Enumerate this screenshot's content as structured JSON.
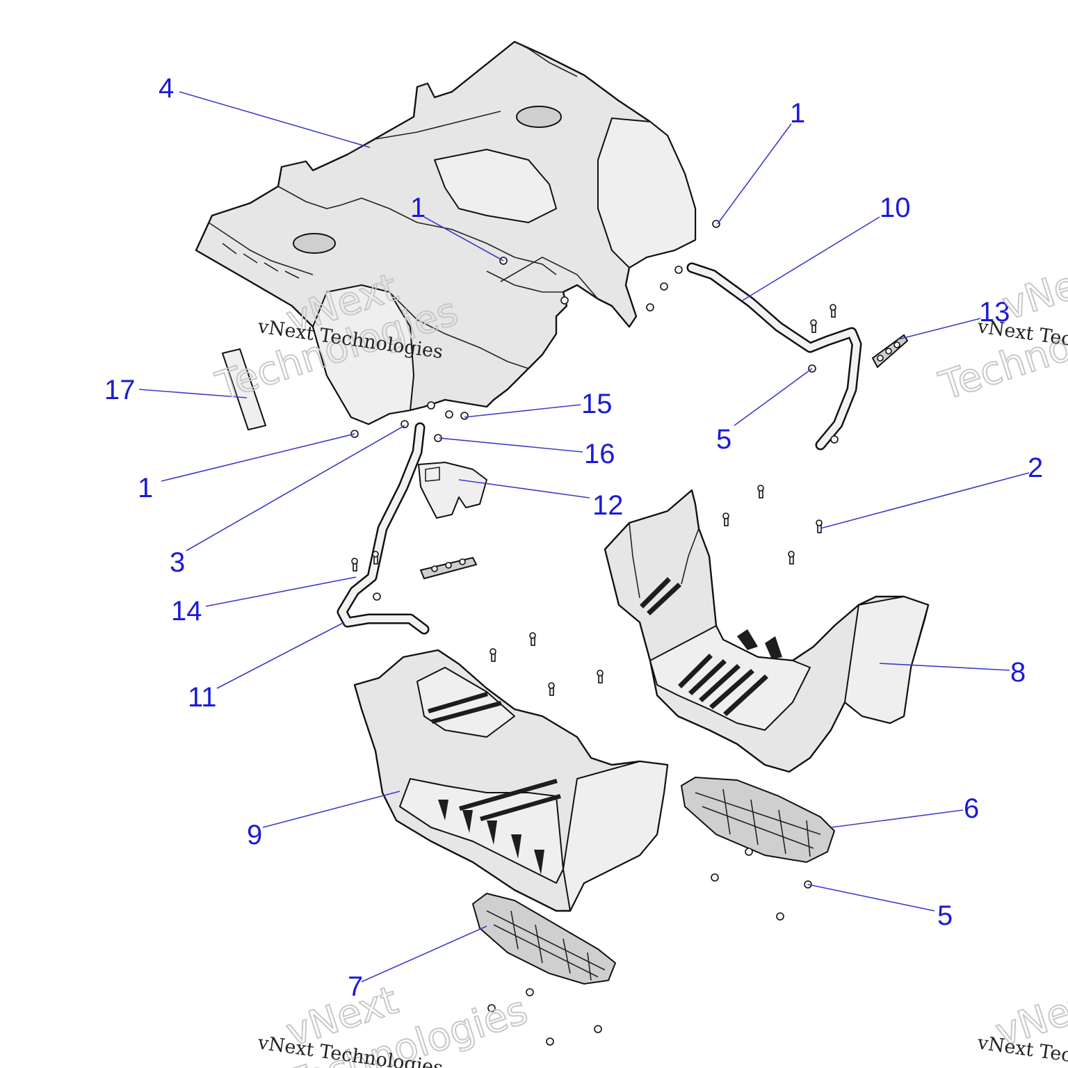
{
  "callouts": [
    {
      "label": "4"
    },
    {
      "label": "1"
    },
    {
      "label": "10"
    },
    {
      "label": "1"
    },
    {
      "label": "13"
    },
    {
      "label": "17"
    },
    {
      "label": "15"
    },
    {
      "label": "5"
    },
    {
      "label": "16"
    },
    {
      "label": "1"
    },
    {
      "label": "2"
    },
    {
      "label": "12"
    },
    {
      "label": "3"
    },
    {
      "label": "14"
    },
    {
      "label": "8"
    },
    {
      "label": "11"
    },
    {
      "label": "6"
    },
    {
      "label": "9"
    },
    {
      "label": "5"
    },
    {
      "label": "7"
    }
  ],
  "watermark": {
    "line1": "vNext",
    "line2": "Technologies",
    "caption": "vNext Technologies"
  },
  "colors": {
    "callout": "#1a1ad6",
    "leader": "#3b3bc8",
    "part_fill": "#e6e6e6",
    "outline": "#111111"
  }
}
